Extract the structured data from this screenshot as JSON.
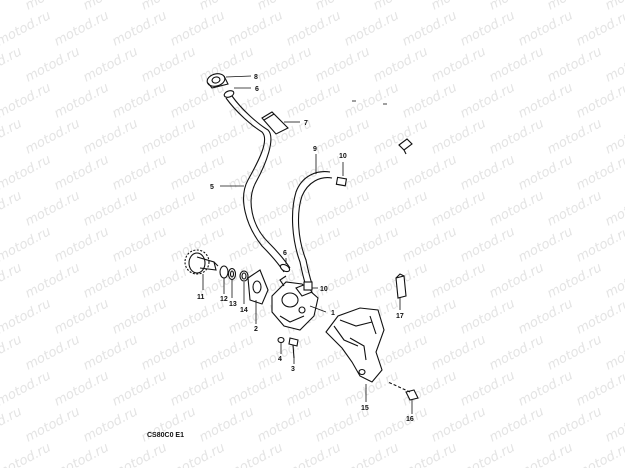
{
  "watermark": {
    "text": "motod.ru"
  },
  "diagram": {
    "code": "CS80C0 E1",
    "labels": {
      "p1": "1",
      "p2": "2",
      "p3": "3",
      "p4": "4",
      "p5": "5",
      "p6a": "6",
      "p6b": "6",
      "p7": "7",
      "p8": "8",
      "p9": "9",
      "p10a": "10",
      "p10b": "10",
      "p11": "11",
      "p12": "12",
      "p13": "13",
      "p14": "14",
      "p15": "15",
      "p16": "16",
      "p17": "17"
    }
  }
}
